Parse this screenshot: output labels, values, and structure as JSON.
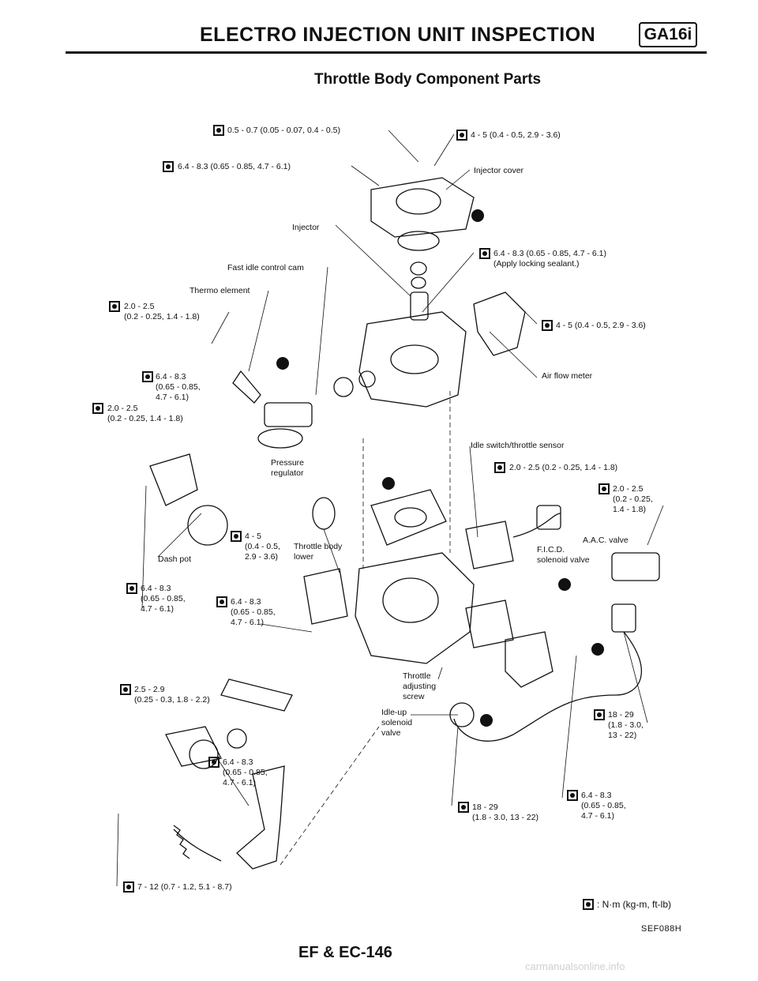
{
  "header": {
    "title": "ELECTRO INJECTION UNIT INSPECTION",
    "badge": "GA16i"
  },
  "subtitle": "Throttle Body Component Parts",
  "callouts": {
    "c01": "0.5 - 0.7 (0.05 - 0.07, 0.4 - 0.5)",
    "c02": "4 - 5 (0.4 - 0.5, 2.9 - 3.6)",
    "c03": "6.4 - 8.3 (0.65 - 0.85, 4.7 - 6.1)",
    "c04": "Injector cover",
    "c05": "Injector",
    "c06": "6.4 - 8.3 (0.65 - 0.85, 4.7 - 6.1)\n(Apply locking sealant.)",
    "c07": "Fast idle control cam",
    "c08": "Thermo element",
    "c09": "2.0 - 2.5\n(0.2 - 0.25, 1.4 - 1.8)",
    "c10": "4 - 5 (0.4 - 0.5, 2.9 - 3.6)",
    "c11": "6.4 - 8.3\n(0.65 - 0.85,\n4.7 - 6.1)",
    "c12": "Air flow meter",
    "c13": "2.0 - 2.5\n(0.2 - 0.25, 1.4 - 1.8)",
    "c14": "Idle switch/throttle sensor",
    "c15": "Pressure\nregulator",
    "c16": "2.0 - 2.5 (0.2 - 0.25, 1.4 - 1.8)",
    "c17": "2.0 - 2.5\n(0.2 - 0.25,\n1.4 - 1.8)",
    "c18": "4 - 5\n(0.4 - 0.5,\n2.9 - 3.6)",
    "c19": "Throttle body\nlower",
    "c20": "A.A.C. valve",
    "c21": "F.I.C.D.\nsolenoid valve",
    "c22": "Dash pot",
    "c23": "6.4 - 8.3\n(0.65 - 0.85,\n4.7 - 6.1)",
    "c24": "6.4 - 8.3\n(0.65 - 0.85,\n4.7 - 6.1)",
    "c25": "Throttle\nadjusting\nscrew",
    "c26": "2.5 - 2.9\n(0.25 - 0.3, 1.8 - 2.2)",
    "c27": "Idle-up\nsolenoid\nvalve",
    "c28": "18 - 29\n(1.8 - 3.0,\n13 - 22)",
    "c29": "6.4 - 8.3\n(0.65 - 0.85,\n4.7 - 6.1)",
    "c30": "6.4 - 8.3\n(0.65 - 0.85,\n4.7 - 6.1)",
    "c31": "18 - 29\n(1.8 - 3.0, 13 - 22)",
    "c32": "7 - 12 (0.7 - 1.2, 5.1 - 8.7)"
  },
  "legend": ": N·m (kg-m, ft-lb)",
  "figure_code": "SEF088H",
  "footer": "EF & EC-146",
  "watermark": "carmanualsonline.info"
}
